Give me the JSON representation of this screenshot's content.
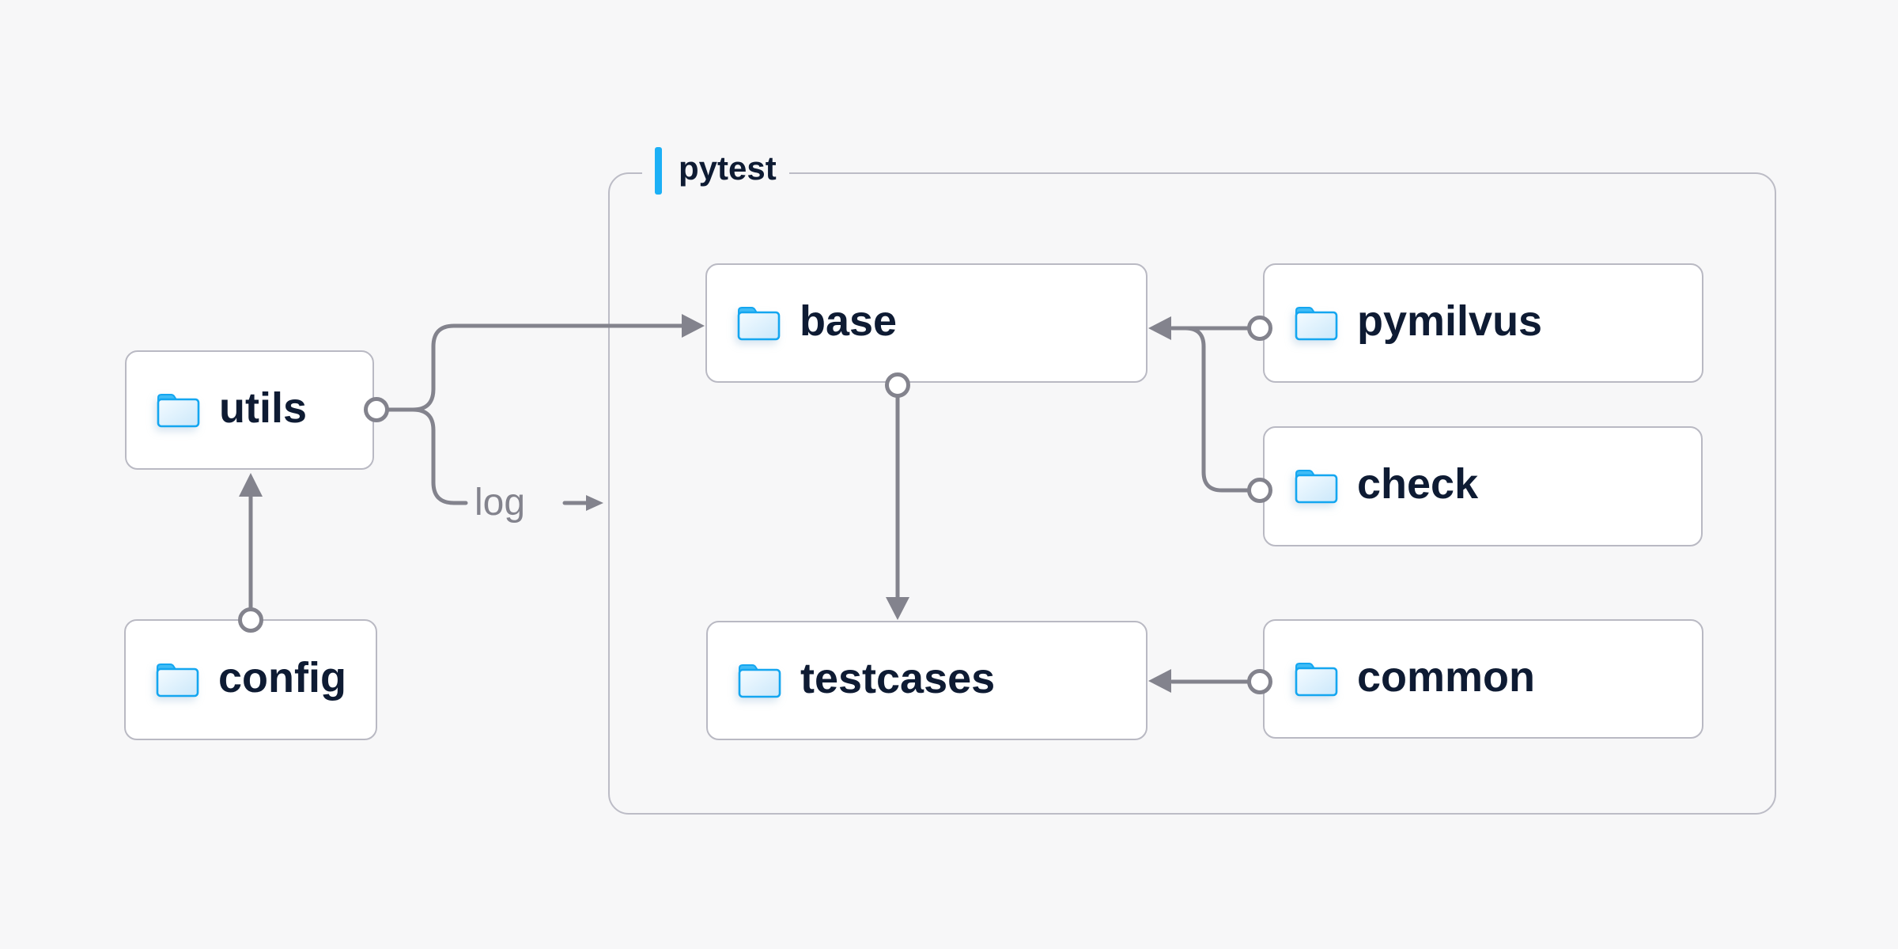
{
  "diagram": {
    "container": {
      "label": "pytest"
    },
    "nodes": {
      "utils": {
        "label": "utils"
      },
      "config": {
        "label": "config"
      },
      "base": {
        "label": "base"
      },
      "testcases": {
        "label": "testcases"
      },
      "pymilvus": {
        "label": "pymilvus"
      },
      "check": {
        "label": "check"
      },
      "common": {
        "label": "common"
      }
    },
    "edges": {
      "log_label": "log",
      "relations": [
        {
          "from": "utils",
          "to": "base",
          "type": "arrow"
        },
        {
          "from": "utils",
          "to": "log",
          "type": "labeled-arrow"
        },
        {
          "from": "config",
          "to": "utils",
          "type": "arrow"
        },
        {
          "from": "base",
          "to": "testcases",
          "type": "arrow"
        },
        {
          "from": "pymilvus",
          "to": "base",
          "type": "arrow"
        },
        {
          "from": "check",
          "to": "base",
          "type": "arrow"
        },
        {
          "from": "common",
          "to": "testcases",
          "type": "arrow"
        }
      ]
    },
    "icons": {
      "folder": "folder-icon"
    },
    "colors": {
      "background": "#f7f7f8",
      "node_fill": "#ffffff",
      "node_border": "#b9b9c3",
      "container_border": "#bcbcc6",
      "connector": "#83838d",
      "text_primary": "#0e1b33",
      "text_muted": "#83838d",
      "accent_blue": "#1cb0f6",
      "folder_stroke": "#14a6f0",
      "folder_tab": "#40bcf6",
      "folder_body_light": "#f4fbff",
      "folder_body_dark": "#cbe8fb"
    }
  }
}
